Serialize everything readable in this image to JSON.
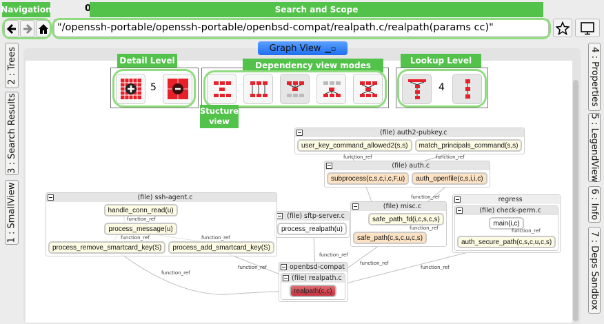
{
  "annotations": {
    "navigation": "Navigation",
    "search_scope": "Search and Scope",
    "detail_level": "Detail Level",
    "dependency_modes": "Dependency view modes",
    "lookup_level": "Lookup Level",
    "structure_view": "Stucture view",
    "stray": "0"
  },
  "toolbar": {
    "back": "back-icon",
    "forward": "forward-icon",
    "home": "home-icon",
    "search_value": "\"/openssh-portable/openssh-portable/openbsd-compat/realpath.c/realpath(params cc)\"",
    "bookmark": "star-icon",
    "screen": "monitor-icon"
  },
  "left_tabs": [
    "2 : Trees",
    "3 : Search Results",
    "1 : SmallView"
  ],
  "right_tabs": [
    "4 : Properties",
    "5 : LegendView",
    "6 : Info",
    "7 : Deps Sandbox"
  ],
  "graph_view": {
    "title": "Graph View",
    "detail_level": "5",
    "lookup_level": "4",
    "selected_mode": 2
  },
  "graph": {
    "edge_label": "function_ref",
    "groups": {
      "auth2_pubkey": "(file) auth2-pubkey.c",
      "auth": "(file) auth.c",
      "misc": "(file) misc.c",
      "regress": "regress",
      "check_perm": "(file) check-perm.c",
      "sftp_server": "(file) sftp-server.c",
      "ssh_agent": "(file) ssh-agent.c",
      "openbsd_compat": "openbsd-compat",
      "realpath_c": "(file) realpath.c"
    },
    "nodes": {
      "user_key_command_allowed2": "user_key_command_allowed2(s,s)",
      "match_principals_command": "match_principals_command(s,s)",
      "subprocess": "subprocess(c,s,c,i,c,F,u)",
      "auth_openfile": "auth_openfile(c,s,i,i,c)",
      "safe_path_fd": "safe_path_fd(i,c,s,c,s)",
      "safe_path": "safe_path(c,s,c,u,c,s)",
      "main": "main(i,c)",
      "auth_secure_path": "auth_secure_path(c,s,c,u,c,s)",
      "process_realpath": "process_realpath(u)",
      "handle_conn_read": "handle_conn_read(u)",
      "process_message": "process_message(u)",
      "process_remove_smartcard_key": "process_remove_smartcard_key(S)",
      "process_add_smartcard_key": "process_add_smartcard_key(S)",
      "realpath": "realpath(c,c)"
    }
  }
}
